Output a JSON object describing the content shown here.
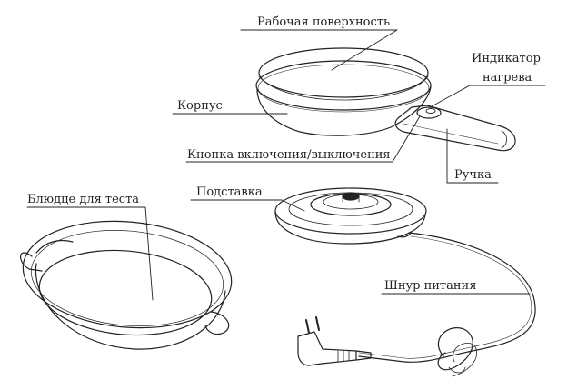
{
  "labels": {
    "work_surface": "Рабочая поверхность",
    "indicator_line1": "Индикатор",
    "indicator_line2": "нагрева",
    "body": "Корпус",
    "power_button": "Кнопка включения/выключения",
    "handle": "Ручка",
    "stand": "Подставка",
    "batter_dish": "Блюдце для теста",
    "power_cord": "Шнур питания"
  },
  "colors": {
    "line": "#222222",
    "background": "#ffffff"
  }
}
